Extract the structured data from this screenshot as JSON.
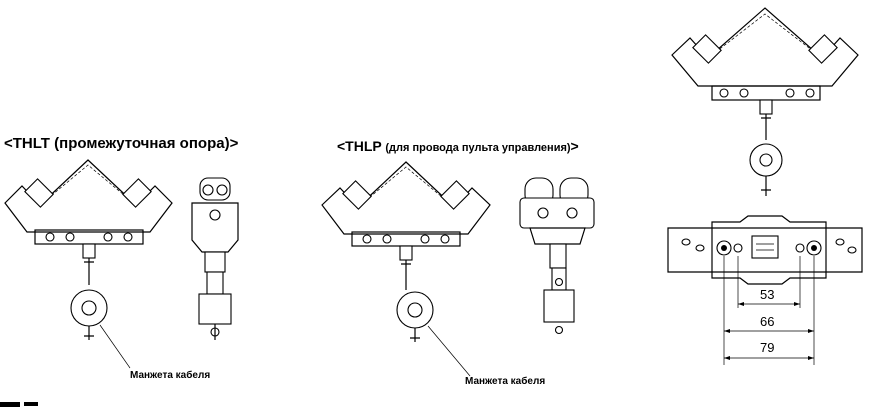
{
  "titles": {
    "thlt": "<THLT (промежуточная опора)>",
    "thlp_main": "<THLP ",
    "thlp_small": "(для провода пульта управления)",
    "thlp_close": ">"
  },
  "captions": {
    "cable_clamp_1": "Манжета кабеля",
    "cable_clamp_2": "Манжета кабеля"
  },
  "dimensions": {
    "d1": "53",
    "d2": "66",
    "d3": "79"
  }
}
